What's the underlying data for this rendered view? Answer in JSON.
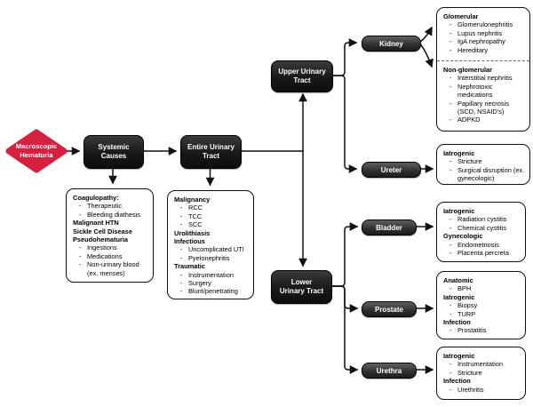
{
  "bullet": "-",
  "colors": {
    "root_fill": "#d6203f",
    "node_dark": "#181818",
    "pill_gray": "#3c3c3c",
    "wire": "#111111",
    "detail_border": "#111111"
  },
  "root": {
    "label": "Macroscopic\nHematuria"
  },
  "nodes": {
    "systemic": {
      "label": "Systemic\nCauses"
    },
    "entire": {
      "label": "Entire Urinary\nTract"
    },
    "upper": {
      "label": "Upper Urinary\nTract"
    },
    "lower": {
      "label": "Lower\nUrinary Tract"
    },
    "kidney": {
      "label": "Kidney"
    },
    "ureter": {
      "label": "Ureter"
    },
    "bladder": {
      "label": "Bladder"
    },
    "prostate": {
      "label": "Prostate"
    },
    "urethra": {
      "label": "Urethra"
    }
  },
  "details": {
    "systemic": {
      "sections": [
        {
          "heading": "Coagulopathy:",
          "items": [
            "Therapeutic",
            "Bleeding diathesis"
          ]
        },
        {
          "heading": "Malignant HTN",
          "items": []
        },
        {
          "heading": "Sickle Cell Disease",
          "items": []
        },
        {
          "heading": "Pseudohematuria",
          "items": [
            "Ingestions",
            "Medications",
            "Non-urinary blood (ex. menses)"
          ]
        }
      ]
    },
    "entire": {
      "sections": [
        {
          "heading": "Malignancy",
          "items": [
            "RCC",
            "TCC",
            "SCC"
          ]
        },
        {
          "heading": "Urolithiasis",
          "items": []
        },
        {
          "heading": "Infectious",
          "items": [
            "Uncomplicated UTI",
            "Pyelonephritis"
          ]
        },
        {
          "heading": "Traumatic",
          "items": [
            "Instrumentation",
            "Surgery",
            "Blunt/penetrating"
          ]
        }
      ]
    },
    "kidney_glomerular": {
      "sections": [
        {
          "heading": "Glomerular",
          "items": [
            "Glomerulonephritis",
            "Lupus nephritis",
            "IgA nephropathy",
            "Hereditary"
          ]
        }
      ]
    },
    "kidney_nonglomerular": {
      "sections": [
        {
          "heading": "Non-glomerular",
          "items": [
            "Interstitial nephritis",
            "Nephrotoxic medications",
            "Papillary necrosis (SCD, NSAID's)",
            "ADPKD"
          ]
        }
      ]
    },
    "ureter": {
      "sections": [
        {
          "heading": "Iatrogenic",
          "items": [
            "Stricture",
            "Surgical disruption (ex. gynecologic)"
          ]
        }
      ]
    },
    "bladder": {
      "sections": [
        {
          "heading": "Iatrogenic",
          "items": [
            "Radiation cystitis",
            "Chemical cystitis"
          ]
        },
        {
          "heading": "Gynecologic",
          "items": [
            "Endometriosis",
            "Placenta percreta"
          ]
        }
      ]
    },
    "prostate": {
      "sections": [
        {
          "heading": "Anatomic",
          "items": [
            "BPH"
          ]
        },
        {
          "heading": "Iatrogenic",
          "items": [
            "Biopsy",
            "TURP"
          ]
        },
        {
          "heading": "Infection",
          "items": [
            "Prostatitis"
          ]
        }
      ]
    },
    "urethra": {
      "sections": [
        {
          "heading": "Iatrogenic",
          "items": [
            "Instrumentation",
            "Stricture"
          ]
        },
        {
          "heading": "Infection",
          "items": [
            "Urethritis"
          ]
        }
      ]
    }
  }
}
